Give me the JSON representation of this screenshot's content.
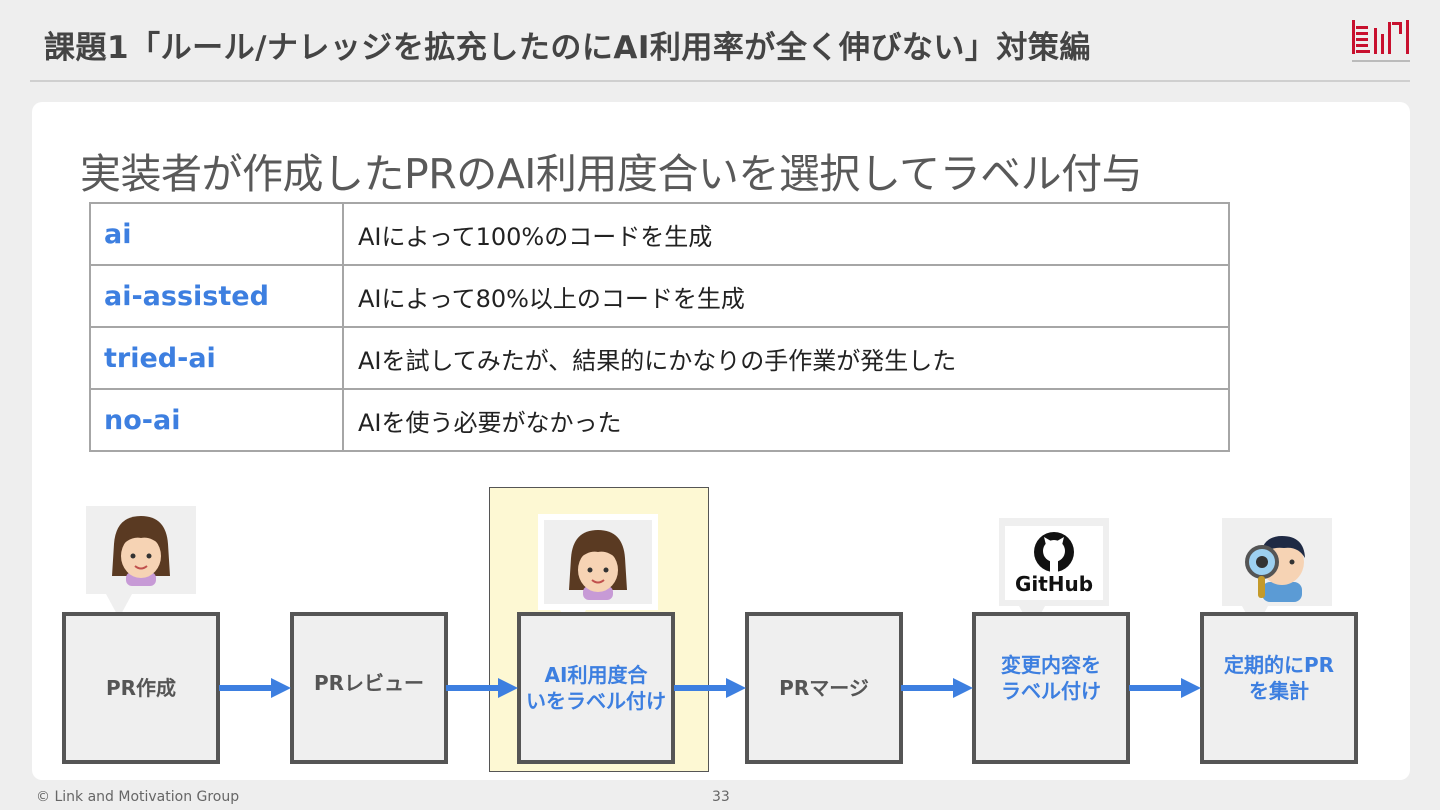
{
  "header": {
    "title": "課題1「ルール/ナレッジを拡充したのにAI利用率が全く伸びない」対策編"
  },
  "main": {
    "subtitle": "実装者が作成したPRのAI利用度合いを選択してラベル付与",
    "labels": [
      {
        "name": "ai",
        "description": "AIによって100%のコードを生成"
      },
      {
        "name": "ai-assisted",
        "description": "AIによって80%以上のコードを生成"
      },
      {
        "name": "tried-ai",
        "description": "AIを試してみたが、結果的にかなりの手作業が発生した"
      },
      {
        "name": "no-ai",
        "description": "AIを使う必要がなかった"
      }
    ],
    "flow": {
      "steps": [
        {
          "line1": "PR作成",
          "line2": "",
          "icon": "woman-developer-icon"
        },
        {
          "line1": "PRレビュー",
          "line2": "",
          "icon": ""
        },
        {
          "line1": "AI利用度合",
          "line2": "いをラベル付け",
          "icon": "woman-developer-icon"
        },
        {
          "line1": "PRマージ",
          "line2": "",
          "icon": ""
        },
        {
          "line1": "変更内容を",
          "line2": "ラベル付け",
          "icon": "github-icon"
        },
        {
          "line1": "定期的にPR",
          "line2": "を集計",
          "icon": "magnifier-man-icon"
        }
      ],
      "github_text": "GitHub"
    }
  },
  "footer": {
    "copyright": "© Link and Motivation Group",
    "page_number": "33"
  },
  "colors": {
    "accent_blue": "#3d7fe0",
    "highlight_yellow": "#fdf8d3",
    "box_border": "#555555",
    "brand_red": "#c8102e"
  }
}
